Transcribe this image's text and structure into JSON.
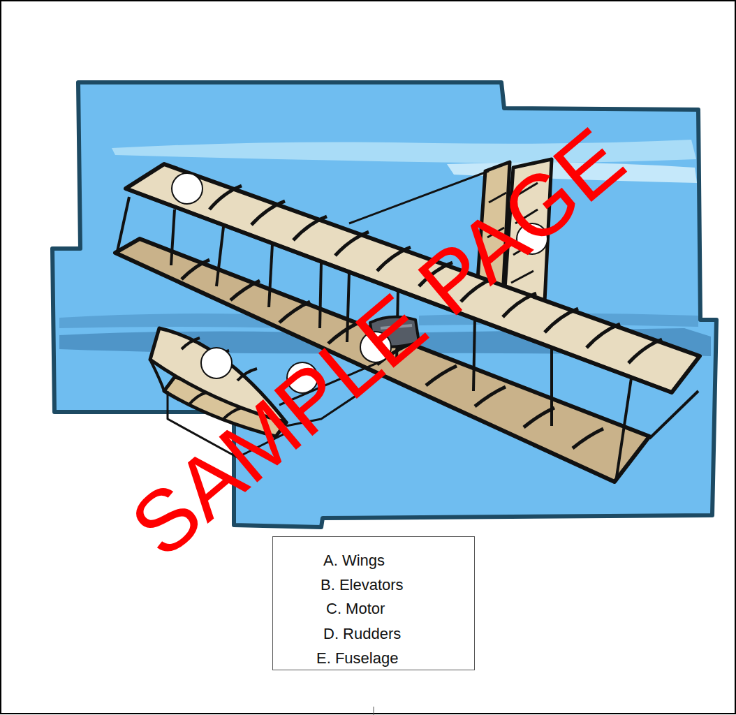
{
  "diagram": {
    "nodes": [
      {
        "text": [
          "A. Wings",
          "B. Elevators",
          "C. Motor",
          "D. Rudders",
          "E. Fuselage"
        ]
      }
    ],
    "labels": [
      "SAMPLE PAGE"
    ]
  }
}
